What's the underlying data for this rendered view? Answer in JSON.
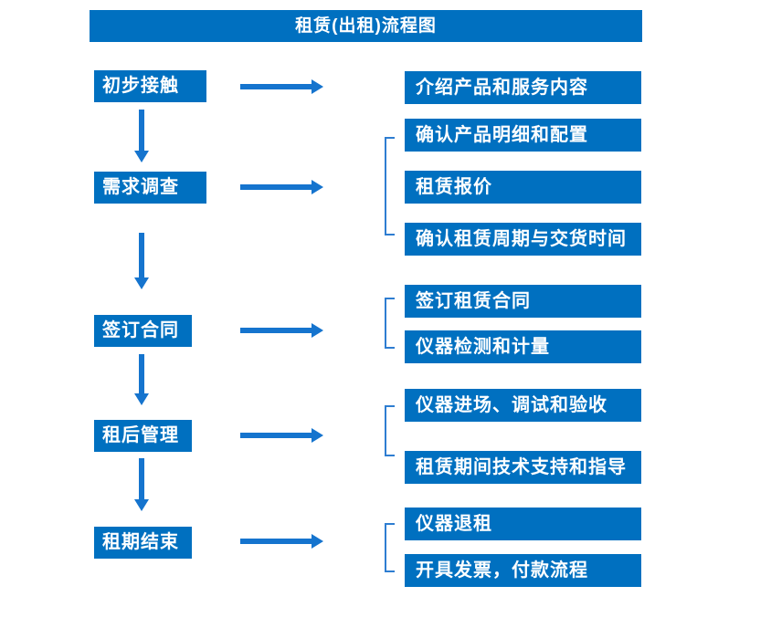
{
  "title": "租赁(出租)流程图",
  "colors": {
    "box_blue": "#0070C0",
    "arrow_blue": "#1574CE",
    "bracket_blue": "#2E7DD1",
    "text_white": "#FFFFFF",
    "bg_white": "#FFFFFF"
  },
  "stages": [
    {
      "label": "初步接触",
      "outputs": [
        "介绍产品和服务内容"
      ]
    },
    {
      "label": "需求调查",
      "outputs": [
        "确认产品明细和配置",
        "租赁报价",
        "确认租赁周期与交货时间"
      ]
    },
    {
      "label": "签订合同",
      "outputs": [
        "签订租赁合同",
        "仪器检测和计量"
      ]
    },
    {
      "label": "租后管理",
      "outputs": [
        "仪器进场、调试和验收",
        "租赁期间技术支持和指导"
      ]
    },
    {
      "label": "租期结束",
      "outputs": [
        "仪器退租",
        "开具发票，付款流程"
      ]
    }
  ]
}
